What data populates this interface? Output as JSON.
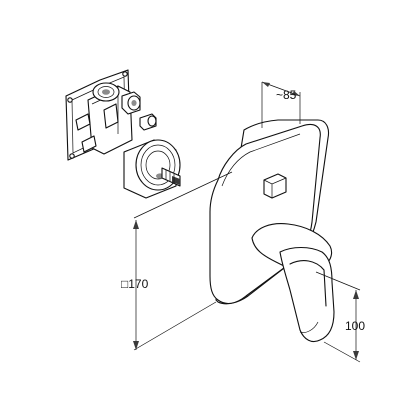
{
  "dimensions": {
    "depth_label": "~85",
    "plate_label": "□170",
    "lever_label": "100"
  }
}
